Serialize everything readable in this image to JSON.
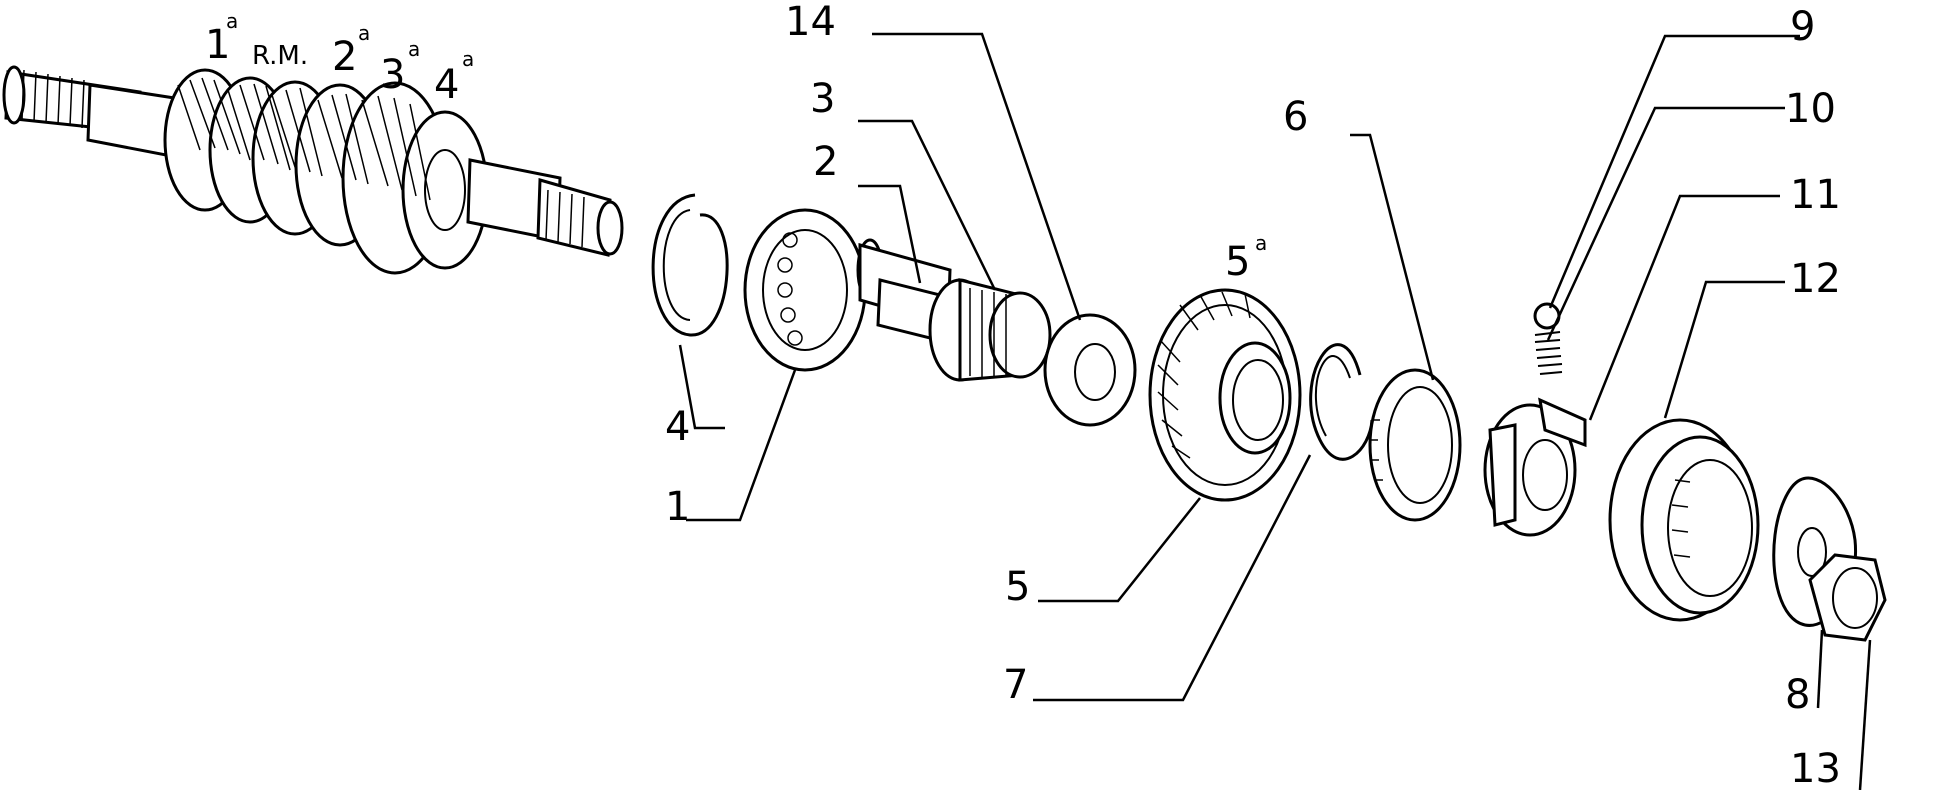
{
  "labels": {
    "gear_1": "1",
    "gear_rm": "R.M.",
    "gear_2": "2",
    "gear_3": "3",
    "gear_4": "4",
    "gear_5": "5",
    "sup": "a",
    "c1": "1",
    "c2": "2",
    "c3": "3",
    "c4": "4",
    "c5": "5",
    "c6": "6",
    "c7": "7",
    "c8": "8",
    "c9": "9",
    "c10": "10",
    "c11": "11",
    "c12": "12",
    "c13": "13",
    "c14": "14"
  }
}
